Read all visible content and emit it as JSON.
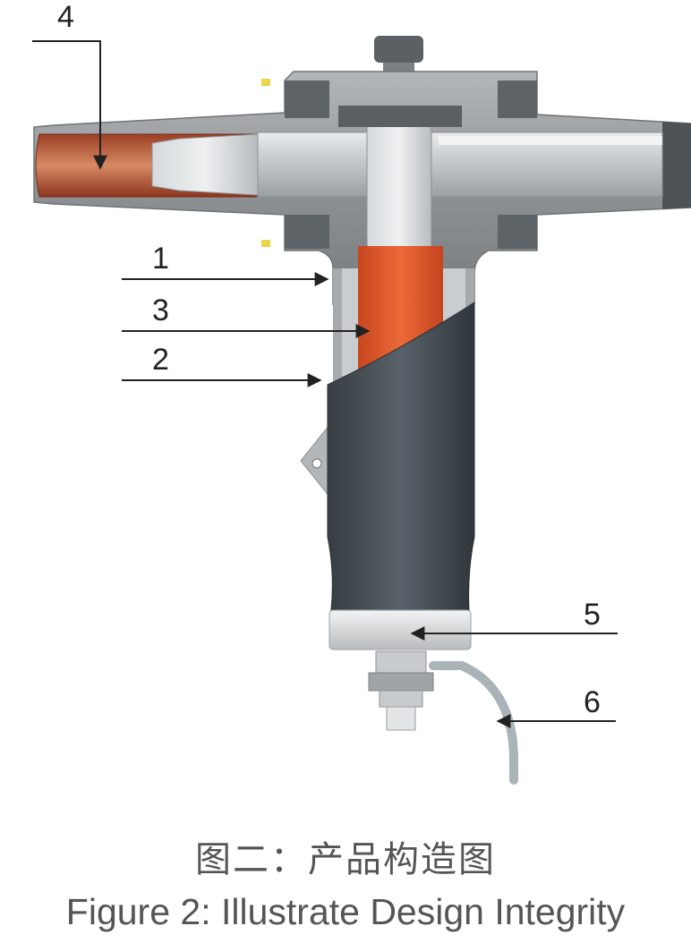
{
  "labels": [
    "1",
    "2",
    "3",
    "4",
    "5",
    "6"
  ],
  "caption_cn": "图二：产品构造图",
  "caption_en": "Figure 2: Illustrate Design Integrity",
  "colors": {
    "housing": "#9ea2a4",
    "housing_dark": "#5a5f63",
    "conductor": "#c8cdd0",
    "copper": "#c86a45",
    "orange_core": "#e05a2b",
    "sleeve": "#3f474d",
    "ring": "#d8dadb",
    "cable": "#aab3b8",
    "arrow": "#222222"
  }
}
